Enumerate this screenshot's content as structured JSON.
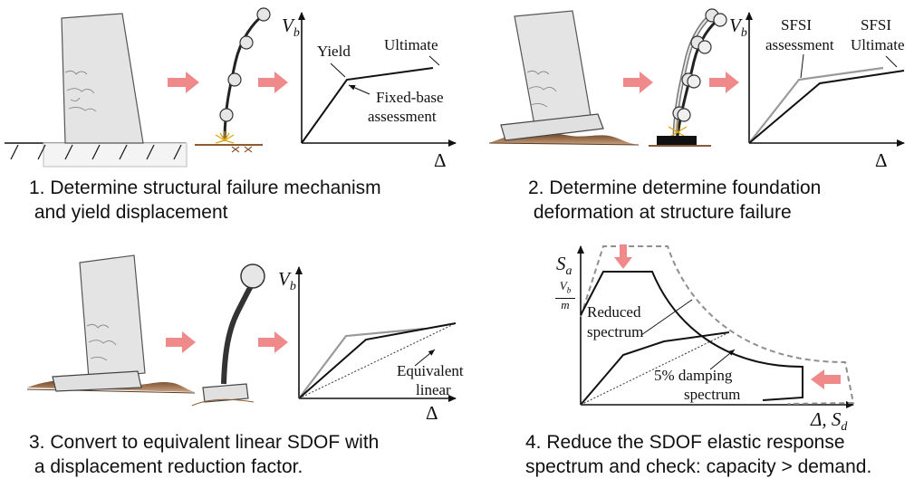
{
  "colors": {
    "arrow": "#f08a8a",
    "soil": "#8a5a36",
    "wall": "#e4e4e4",
    "curve_gray": "#9a9a9a",
    "dashed": "#8f8f8f"
  },
  "panel1": {
    "caption": [
      "1. Determine structural failure mechanism",
      " and yield displacement"
    ],
    "y_label": "V",
    "y_sub": "b",
    "x_label": "Δ",
    "labels": {
      "yield": "Yield",
      "ultimate": "Ultimate",
      "fixed_base": "Fixed-base",
      "assessment": "assessment"
    }
  },
  "panel2": {
    "caption": [
      "2. Determine determine foundation",
      " deformation at structure failure"
    ],
    "y_label": "V",
    "y_sub": "b",
    "x_label": "Δ",
    "labels": {
      "sfsi1": "SFSI",
      "assessment": "assessment",
      "sfsi2": "SFSI",
      "ultimate": "Ultimate"
    }
  },
  "panel3": {
    "caption": [
      "3. Convert to equivalent linear SDOF with",
      " a displacement reduction factor."
    ],
    "y_label": "V",
    "y_sub": "b",
    "x_label": "Δ",
    "labels": {
      "equivalent": "Equivalent",
      "linear": "linear"
    }
  },
  "panel4": {
    "caption": [
      "4. Reduce the SDOF elastic response",
      "spectrum and check: capacity > demand."
    ],
    "y_label": "S",
    "y_sub": "a",
    "ratio_num": "V",
    "ratio_num_sub": "b",
    "ratio_den": "m",
    "x_label": "Δ, S",
    "x_sub": "d",
    "labels": {
      "reduced": "Reduced",
      "spectrum1": "spectrum",
      "damping": "5% damping",
      "spectrum2": "spectrum"
    }
  }
}
